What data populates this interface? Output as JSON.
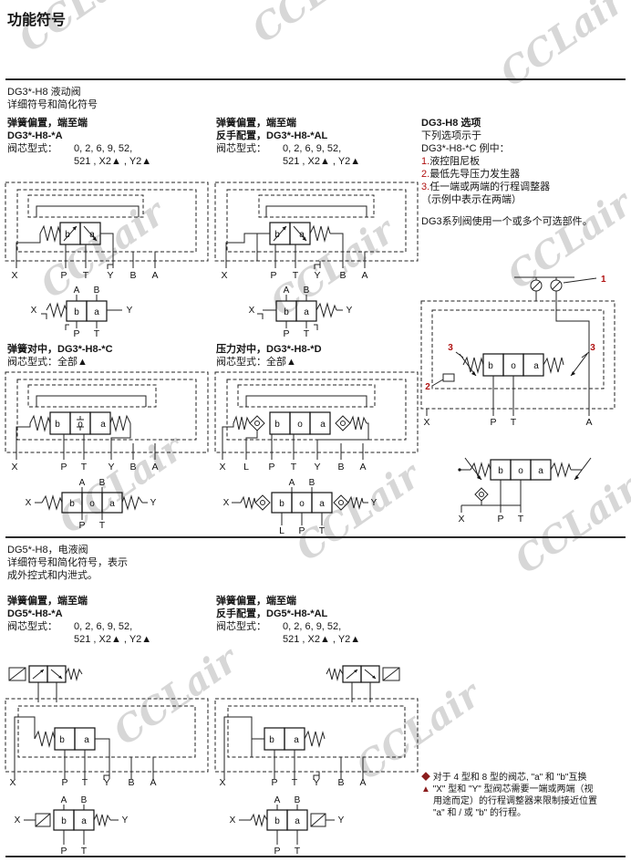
{
  "page": {
    "title": "功能符号",
    "watermark": "CCLair"
  },
  "dg3": {
    "heading1": "DG3*-H8  液动阀",
    "heading2": "详细符号和简化符号",
    "a": {
      "t1": "弹簧偏置，端至端",
      "t2": "DG3*-H8-*A",
      "spool_label": "阀芯型式：",
      "spool1": "0, 2, 6, 9, 52,",
      "spool2": "521 , X2▲ , Y2▲"
    },
    "al": {
      "t1": "弹簧偏置，端至端",
      "t2": "反手配置，DG3*-H8-*AL",
      "spool_label": "阀芯型式：",
      "spool1": "0, 2, 6, 9, 52,",
      "spool2": "521 , X2▲ , Y2▲"
    },
    "c": {
      "t1": "弹簧对中，DG3*-H8-*C",
      "spool": "阀芯型式：全部▲"
    },
    "d": {
      "t1": "压力对中，DG3*-H8-*D",
      "spool": "阀芯型式：全部▲"
    },
    "options": {
      "title": "DG3-H8  选项",
      "intro1": "下列选项示于",
      "intro2": "DG3*-H8-*C 例中：",
      "item1_num": "1.",
      "item1": "液控阻尼板",
      "item2_num": "2.",
      "item2": "最低先导压力发生器",
      "item3_num": "3.",
      "item3": "任一端或两端的行程调整器",
      "item3_note": "（示例中表示在两端）",
      "usage": "DG3系列阀使用一个或多个可选部件。"
    }
  },
  "dg5": {
    "heading1": "DG5*-H8，电液阀",
    "heading2": "详细符号和简化符号，表示",
    "heading3": "成外控式和内泄式。",
    "a": {
      "t1": "弹簧偏置，端至端",
      "t2": "DG5*-H8-*A",
      "spool_label": "阀芯型式：",
      "spool1": "0, 2, 6, 9, 52,",
      "spool2": "521 , X2▲ , Y2▲"
    },
    "al": {
      "t1": "弹簧偏置，端至端",
      "t2": "反手配置，DG5*-H8-*AL",
      "spool_label": "阀芯型式：",
      "spool1": "0, 2, 6, 9, 52,",
      "spool2": "521 , X2▲ , Y2▲"
    },
    "notes": {
      "n1_marker": "◆",
      "n1": "对于 4 型和 8 型的阀芯, \"a\" 和 \"b\"互换",
      "n2_marker": "▲",
      "n2a": "\"X\" 型和 \"Y\" 型阀芯需要一端或两端（视",
      "n2b": "用途而定）的行程调整器来限制接近位置",
      "n2c": "\"a\" 和 / 或 \"b\" 的行程。"
    }
  },
  "diagrams": {
    "dg3a_detail": {
      "cells": [
        "b",
        "a"
      ],
      "ports": [
        "X",
        "P",
        "T",
        "Y",
        "B",
        "A"
      ]
    },
    "dg3a_simple": {
      "top": [
        "A",
        "B"
      ],
      "cells": [
        "b",
        "a"
      ],
      "left": "X",
      "right": "Y",
      "bottom": [
        "P",
        "T"
      ]
    },
    "dg3al_detail": {
      "cells": [
        "b",
        "a"
      ],
      "ports": [
        "X",
        "P",
        "T",
        "Y",
        "B",
        "A"
      ]
    },
    "dg3al_simple": {
      "top": [
        "A",
        "B"
      ],
      "cells": [
        "b",
        "a"
      ],
      "left": "X",
      "right": "Y",
      "bottom": [
        "P",
        "T"
      ]
    },
    "dg3c_detail": {
      "cells": [
        "b",
        "o",
        "a"
      ],
      "ports": [
        "X",
        "P",
        "T",
        "Y",
        "B",
        "A"
      ]
    },
    "dg3c_simple": {
      "top": [
        "A",
        "B"
      ],
      "cells": [
        "b",
        "o",
        "a"
      ],
      "left": "X",
      "right": "Y",
      "bottom": [
        "P",
        "T"
      ]
    },
    "dg3d_detail": {
      "cells": [
        "b",
        "o",
        "a"
      ],
      "ports": [
        "X",
        "L",
        "P",
        "T",
        "Y",
        "B",
        "A"
      ]
    },
    "dg3d_simple": {
      "top": [
        "A",
        "B"
      ],
      "cells": [
        "b",
        "o",
        "a"
      ],
      "left": "X",
      "right": "Y",
      "bottom": [
        "L",
        "P",
        "T"
      ]
    },
    "opt_detail": {
      "c1": "1",
      "c2": "2",
      "c3": "3",
      "cells": [
        "b",
        "o",
        "a"
      ],
      "ports": [
        "X",
        "P",
        "T",
        "A"
      ]
    },
    "opt_simple": {
      "cells": [
        "b",
        "o",
        "a"
      ],
      "ports": [
        "X",
        "P",
        "T"
      ]
    },
    "dg5a_detail": {
      "cells": [
        "b",
        "a"
      ],
      "ports": [
        "X",
        "P",
        "T",
        "Y",
        "B",
        "A"
      ]
    },
    "dg5a_simple": {
      "top": [
        "A",
        "B"
      ],
      "cells": [
        "b",
        "a"
      ],
      "left": "X",
      "right": "Y",
      "bottom": [
        "P",
        "T"
      ]
    },
    "dg5al_detail": {
      "cells": [
        "b",
        "a"
      ],
      "ports": [
        "X",
        "P",
        "T",
        "Y",
        "B",
        "A"
      ]
    },
    "dg5al_simple": {
      "top": [
        "A",
        "B"
      ],
      "cells": [
        "b",
        "a"
      ],
      "left": "X",
      "right": "Y",
      "bottom": [
        "P",
        "T"
      ]
    }
  }
}
